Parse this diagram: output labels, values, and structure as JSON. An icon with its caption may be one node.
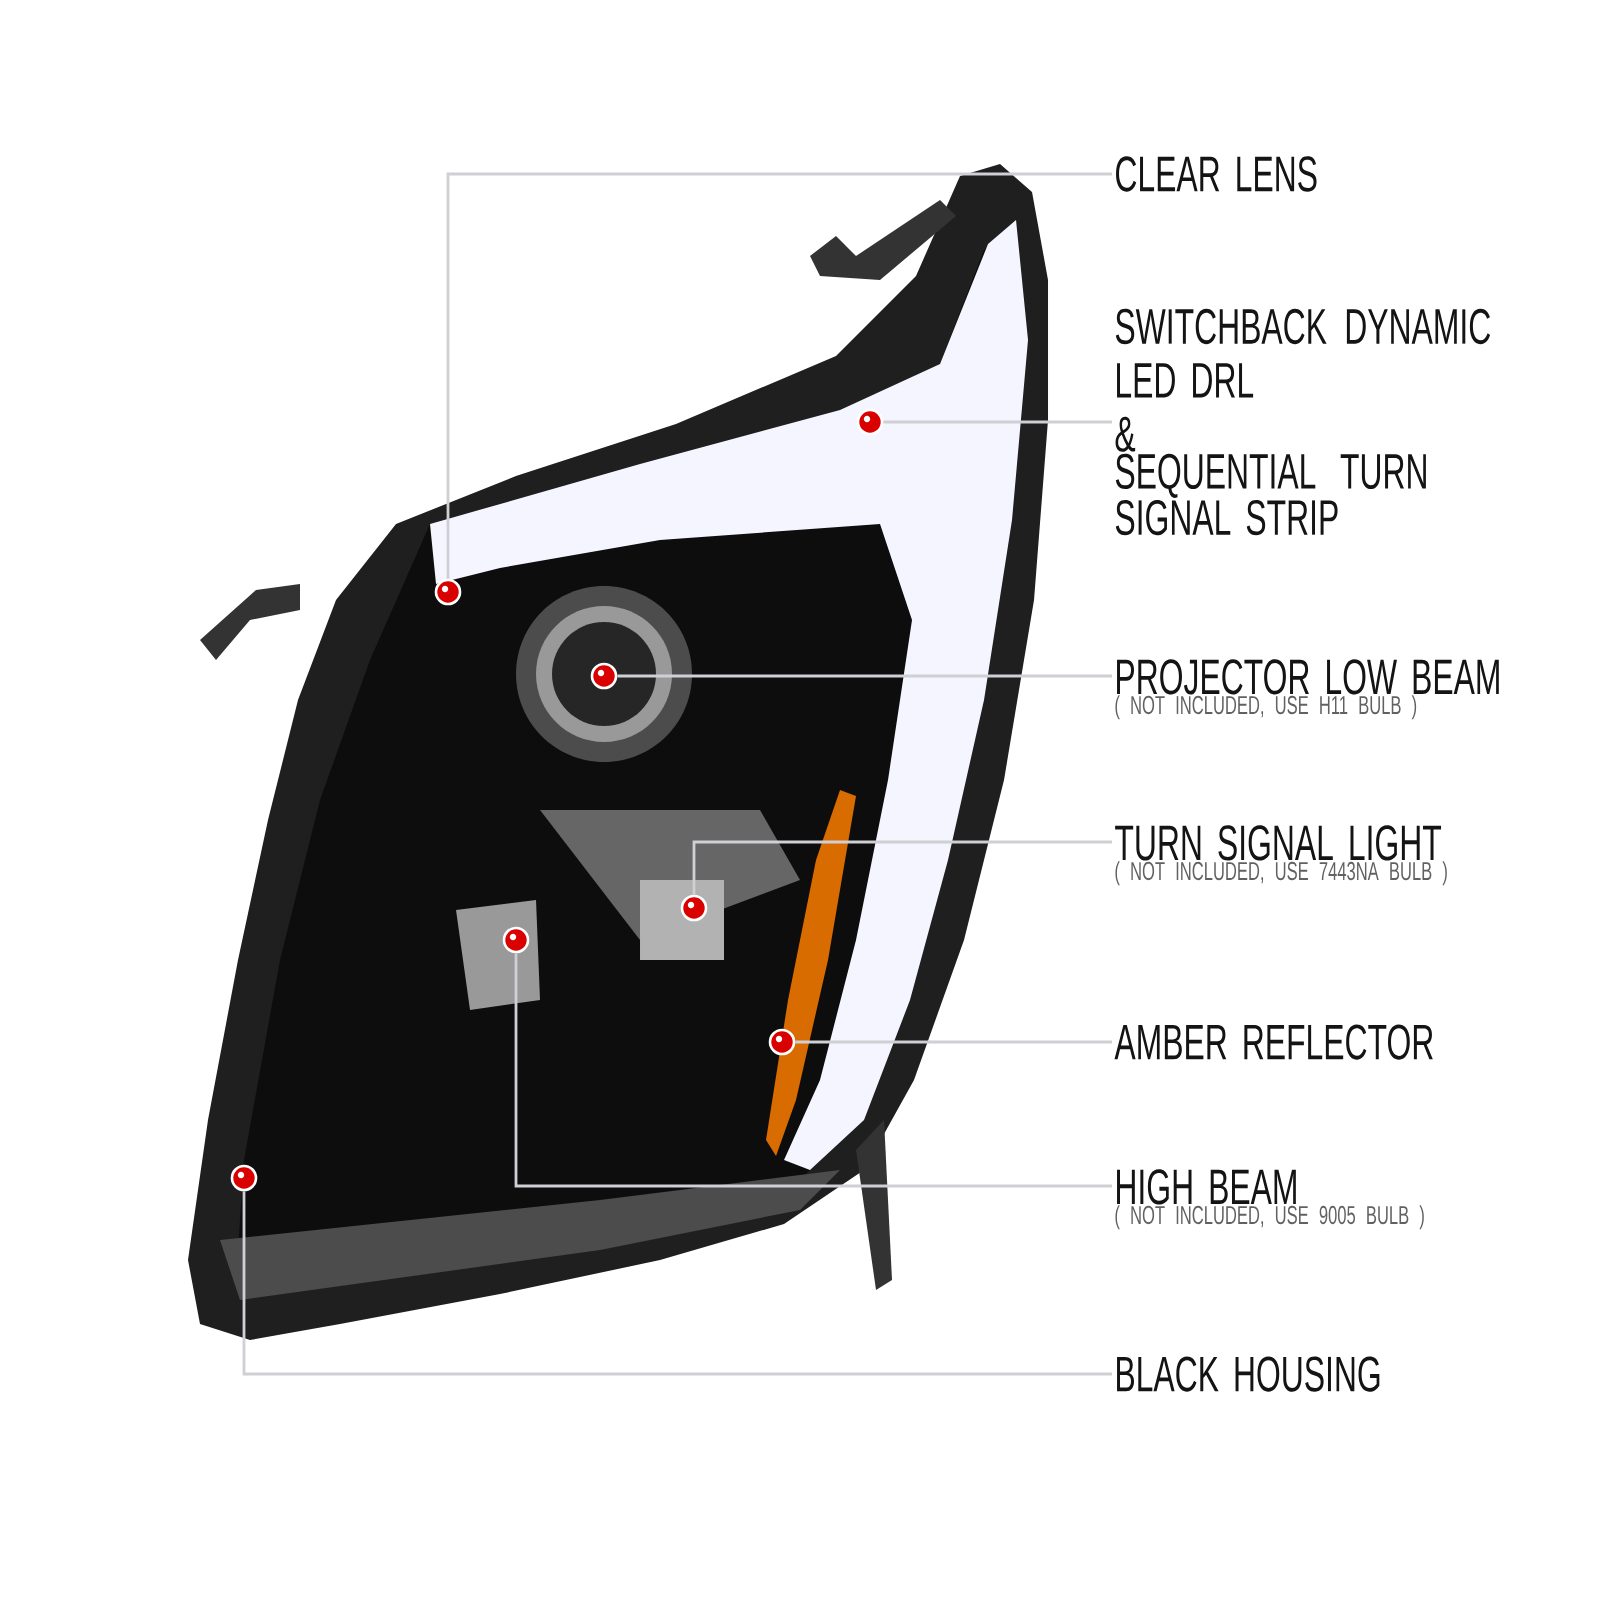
{
  "diagram": {
    "nodes": [
      {
        "text": [
          "CLEAR LENS"
        ]
      },
      {
        "text": [
          "SWITCHBACK DYNAMIC LED DRL",
          "&",
          "SEQUENTIAL TURN SIGNAL STRIP"
        ]
      },
      {
        "text": [
          "PROJECTOR LOW BEAM",
          "( NOT INCLUDED, USE H11 BULB )"
        ]
      },
      {
        "text": [
          "TURN SIGNAL LIGHT",
          "( NOT INCLUDED, USE 7443NA BULB )"
        ]
      },
      {
        "text": [
          "AMBER REFLECTOR"
        ]
      },
      {
        "text": [
          "HIGH BEAM",
          "( NOT INCLUDED, USE 9005 BULB )"
        ]
      },
      {
        "text": [
          "BLACK HOUSING"
        ]
      },
      {
        "text": [],
        "shape": "circle"
      },
      {
        "text": [],
        "shape": "circle"
      },
      {
        "text": [],
        "shape": "circle"
      },
      {
        "text": [],
        "shape": "circle"
      },
      {
        "text": [],
        "shape": "circle"
      },
      {
        "text": [],
        "shape": "circle"
      },
      {
        "text": [],
        "shape": "circle"
      }
    ],
    "edges": [
      {
        "from": 0,
        "to": 8,
        "arrow": "none"
      },
      {
        "from": 1,
        "to": 7,
        "arrow": "none"
      },
      {
        "from": 2,
        "to": 9,
        "arrow": "none"
      },
      {
        "from": 3,
        "to": 10,
        "arrow": "none"
      },
      {
        "from": 4,
        "to": 12,
        "arrow": "none"
      },
      {
        "from": 5,
        "to": 11,
        "arrow": "none"
      },
      {
        "from": 6,
        "to": 13,
        "arrow": "none"
      }
    ]
  }
}
